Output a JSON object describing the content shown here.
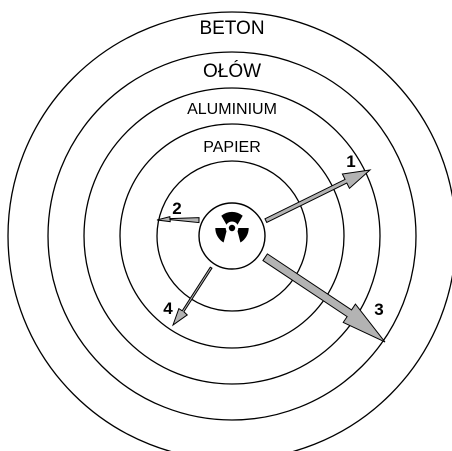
{
  "layers": [
    {
      "id": "beton",
      "label": "BETON"
    },
    {
      "id": "olow",
      "label": "OŁÓW"
    },
    {
      "id": "aluminium",
      "label": "ALUMINIUM"
    },
    {
      "id": "papier",
      "label": "PAPIER"
    }
  ],
  "source": {
    "icon": "radiation-icon"
  },
  "arrows": [
    {
      "label": "1"
    },
    {
      "label": "2"
    },
    {
      "label": "3"
    },
    {
      "label": "4"
    }
  ],
  "colors": {
    "arrow_fill": "#b3b3b3",
    "outline": "#000000",
    "background": "#ffffff"
  }
}
